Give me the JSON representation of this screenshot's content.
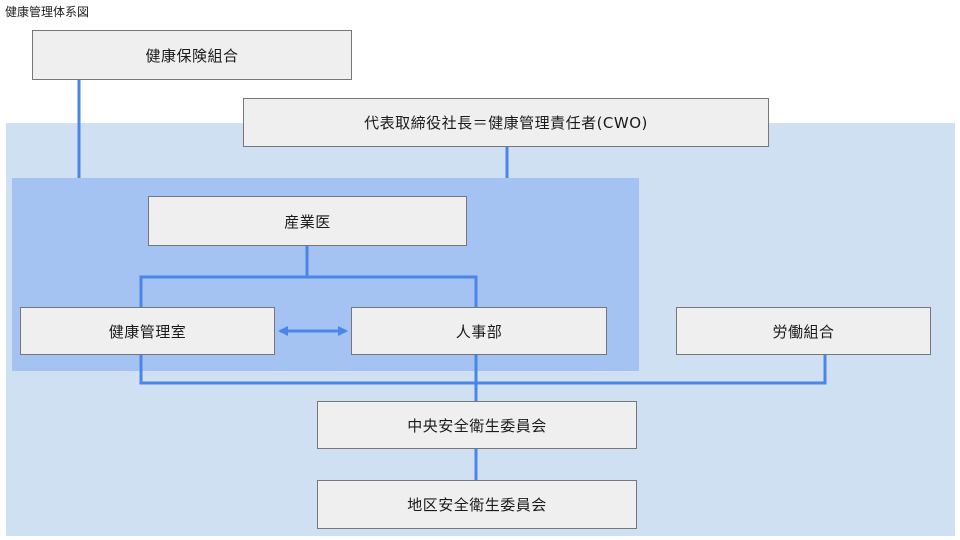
{
  "title": "健康管理体系図",
  "colors": {
    "outer_panel": "#cfe0f2",
    "inner_panel": "#a4c3f2",
    "box_fill": "#efefef",
    "box_border": "#777777",
    "connector": "#4a86e8"
  },
  "nodes": {
    "insurance": "健康保険組合",
    "ceo": "代表取締役社長＝健康管理責任者(CWO)",
    "doctor": "産業医",
    "health_office": "健康管理室",
    "hr": "人事部",
    "union": "労働組合",
    "central_committee": "中央安全衛生委員会",
    "regional_committee": "地区安全衛生委員会"
  }
}
